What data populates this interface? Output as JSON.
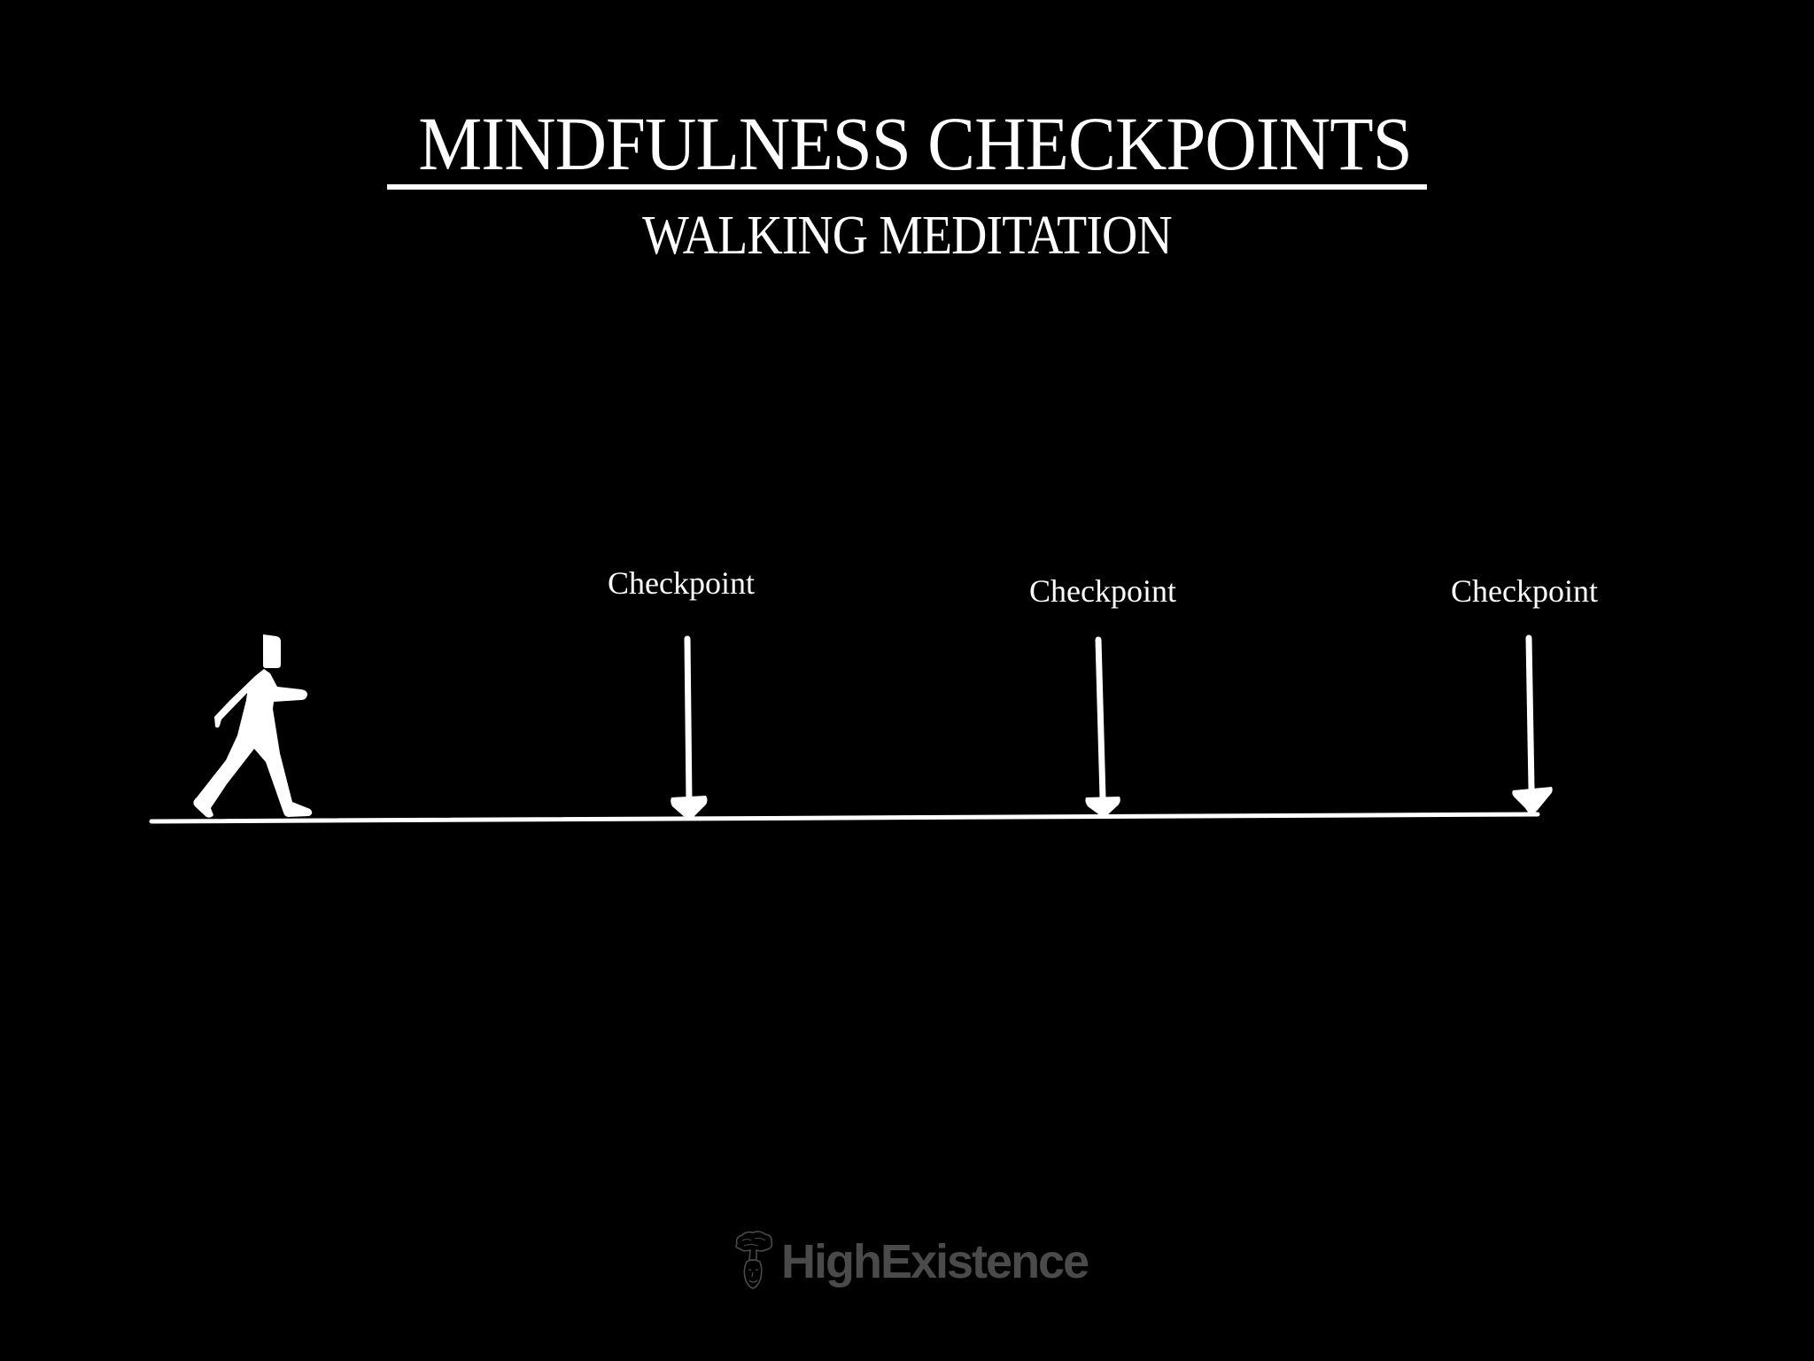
{
  "header": {
    "title": "MINDFULNESS CHECKPOINTS",
    "subtitle": "WALKING MEDITATION"
  },
  "diagram": {
    "figure": "walking-person-icon",
    "path": "ground-line",
    "checkpoints": [
      {
        "label": "Checkpoint"
      },
      {
        "label": "Checkpoint"
      },
      {
        "label": "Checkpoint"
      }
    ]
  },
  "footer": {
    "brand": "HighExistence",
    "brand_icon": "mushroom-cloud-face-logo-icon"
  },
  "colors": {
    "background": "#000000",
    "foreground": "#ffffff",
    "brand_gray": "#4a4a4a"
  }
}
